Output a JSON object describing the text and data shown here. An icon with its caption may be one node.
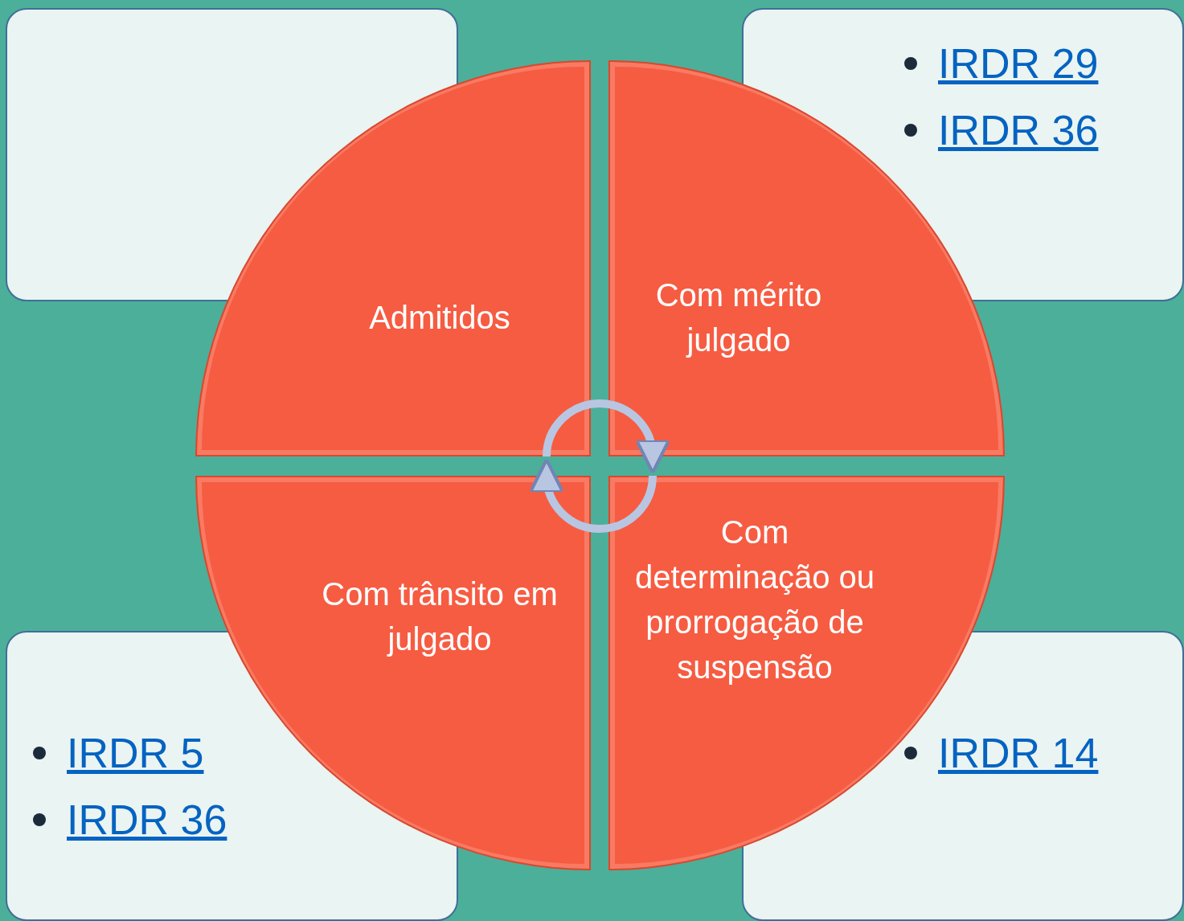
{
  "diagram": {
    "nodes": [
      {
        "text": [],
        "shape": "box"
      },
      {
        "text": [
          "IRDR 29",
          "IRDR 36"
        ]
      },
      {
        "text": [
          "Admitidos"
        ]
      },
      {
        "text": [
          "Com mérito julgado"
        ]
      },
      {
        "text": [
          "Com trânsito em julgado"
        ]
      },
      {
        "text": [
          "Com determinação ou prorrogação de suspensão"
        ]
      },
      {
        "text": [
          "IRDR 5",
          "IRDR 36"
        ]
      },
      {
        "text": [
          "IRDR 14"
        ]
      }
    ],
    "edges": [
      {
        "from": 2,
        "to": 3,
        "arrow": "to"
      },
      {
        "from": 5,
        "to": 4,
        "arrow": "to"
      }
    ]
  }
}
